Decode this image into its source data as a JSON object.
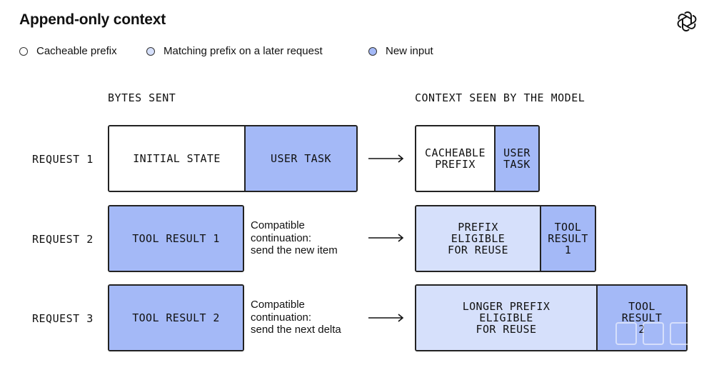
{
  "title": "Append-only context",
  "legend": [
    {
      "label": "Cacheable prefix",
      "color": "#ffffff"
    },
    {
      "label": "Matching prefix on a later request",
      "color": "#d6e0fb"
    },
    {
      "label": "New input",
      "color": "#a4b9f7"
    }
  ],
  "columns": {
    "bytes_sent": "BYTES SENT",
    "context_seen": "CONTEXT SEEN BY THE MODEL"
  },
  "requests": [
    {
      "label": "REQUEST 1",
      "sent": [
        "INITIAL STATE",
        "USER TASK"
      ],
      "note": "",
      "context": [
        "CACHEABLE\nPREFIX",
        "USER\nTASK"
      ]
    },
    {
      "label": "REQUEST 2",
      "sent": [
        "TOOL RESULT 1"
      ],
      "note": "Compatible\ncontinuation:\nsend the new item",
      "context": [
        "PREFIX\nELIGIBLE\nFOR REUSE",
        "TOOL\nRESULT\n1"
      ]
    },
    {
      "label": "REQUEST 3",
      "sent": [
        "TOOL RESULT 2"
      ],
      "note": "Compatible\ncontinuation:\nsend the next delta",
      "context": [
        "LONGER PREFIX\nELIGIBLE\nFOR REUSE",
        "TOOL\nRESULT\n2"
      ]
    }
  ],
  "colors": {
    "white": "#ffffff",
    "light": "#d6e0fb",
    "blue": "#a4b9f7",
    "border": "#222222"
  },
  "icons": {
    "logo": "openai-logo-icon",
    "arrow": "right-arrow-icon"
  }
}
